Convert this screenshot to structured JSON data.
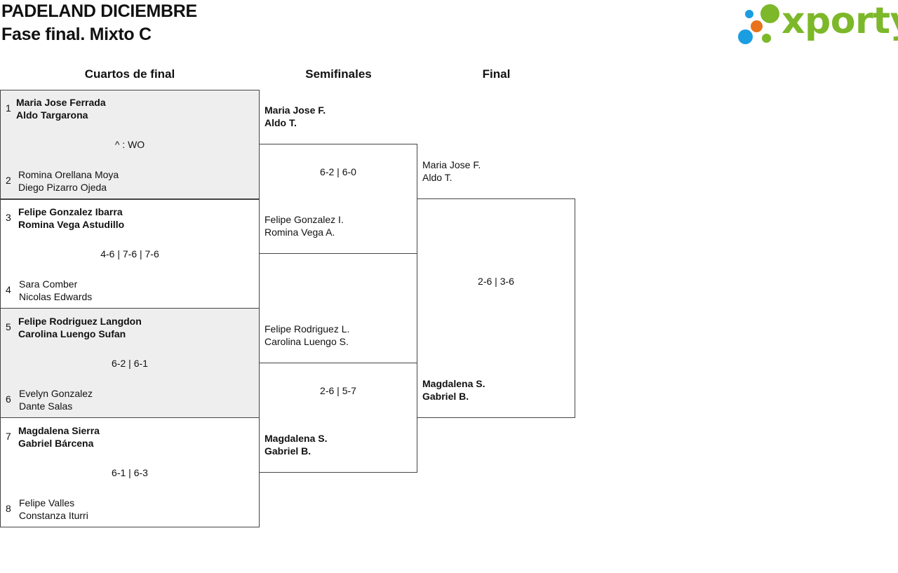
{
  "header": {
    "title_line1": "PADELAND DICIEMBRE",
    "title_line2": "Fase final. Mixto C"
  },
  "logo": {
    "text": "xporty",
    "colors": {
      "green": "#7cb829",
      "blue": "#1b9de2",
      "orange": "#e8731c"
    }
  },
  "rounds": {
    "quarterfinals": "Cuartos de final",
    "semifinals": "Semifinales",
    "final": "Final"
  },
  "quarterfinals": [
    {
      "top": {
        "seed": "1",
        "player1": "Maria Jose Ferrada",
        "player2": "Aldo Targarona"
      },
      "bottom": {
        "seed": "2",
        "player1": "Romina Orellana Moya",
        "player2": "Diego Pizarro Ojeda"
      },
      "score": "^ : WO"
    },
    {
      "top": {
        "seed": "3",
        "player1": "Felipe Gonzalez Ibarra",
        "player2": "Romina Vega Astudillo"
      },
      "bottom": {
        "seed": "4",
        "player1": "Sara Comber",
        "player2": "Nicolas Edwards"
      },
      "score": "4-6 | 7-6 | 7-6"
    },
    {
      "top": {
        "seed": "5",
        "player1": "Felipe Rodriguez Langdon",
        "player2": "Carolina Luengo Sufan"
      },
      "bottom": {
        "seed": "6",
        "player1": "Evelyn Gonzalez",
        "player2": "Dante Salas"
      },
      "score": "6-2 | 6-1"
    },
    {
      "top": {
        "seed": "7",
        "player1": "Magdalena Sierra",
        "player2": "Gabriel Bárcena"
      },
      "bottom": {
        "seed": "8",
        "player1": "Felipe Valles",
        "player2": "Constanza Iturri"
      },
      "score": "6-1 | 6-3"
    }
  ],
  "semifinals": [
    {
      "top": {
        "player1": "Maria Jose F.",
        "player2": "Aldo T."
      },
      "bottom": {
        "player1": "Felipe Gonzalez I.",
        "player2": "Romina Vega A."
      },
      "score": "6-2 | 6-0"
    },
    {
      "top": {
        "player1": "Felipe Rodriguez L.",
        "player2": "Carolina Luengo S."
      },
      "bottom": {
        "player1": "Magdalena S.",
        "player2": "Gabriel B."
      },
      "score": "2-6 | 5-7"
    }
  ],
  "final": {
    "top": {
      "player1": "Maria Jose F.",
      "player2": "Aldo T."
    },
    "bottom": {
      "player1": "Magdalena S.",
      "player2": "Gabriel B."
    },
    "score": "2-6 | 3-6"
  }
}
